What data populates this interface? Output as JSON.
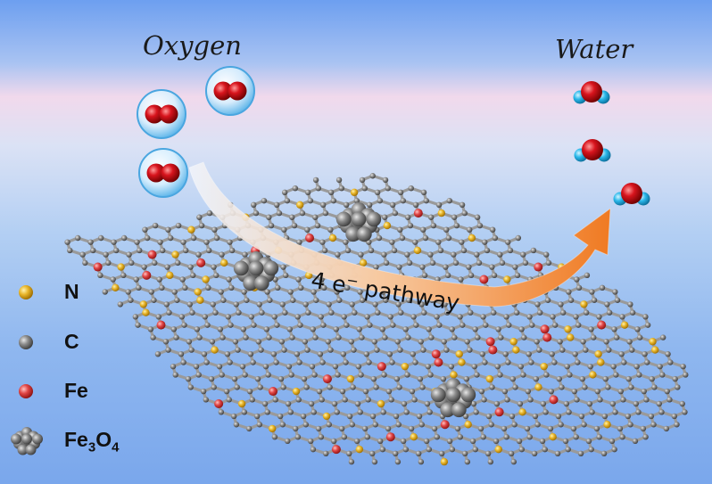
{
  "titles": {
    "reactant": "Oxygen",
    "product": "Water"
  },
  "pathway": {
    "prefix": "4 e",
    "superscript": "−",
    "suffix": " pathway"
  },
  "legend": [
    {
      "label": "N",
      "icon": "nitrogen-atom-icon",
      "color": "#e8b52a"
    },
    {
      "label": "C",
      "icon": "carbon-atom-icon",
      "color": "#6b6b6b"
    },
    {
      "label": "Fe",
      "icon": "iron-atom-icon",
      "color": "#e04545"
    },
    {
      "label_main": "Fe",
      "sub1": "3",
      "mid": "O",
      "sub2": "4",
      "icon": "fe3o4-cluster-icon",
      "color": "#5c5c5c"
    }
  ],
  "colors": {
    "oxygen_atom": "#d8141d",
    "hydrogen_atom": "#2ab8ea",
    "arrow_start": "#e9eef8",
    "arrow_end": "#f07a22",
    "graphene_bond": "#9a9a9a"
  }
}
